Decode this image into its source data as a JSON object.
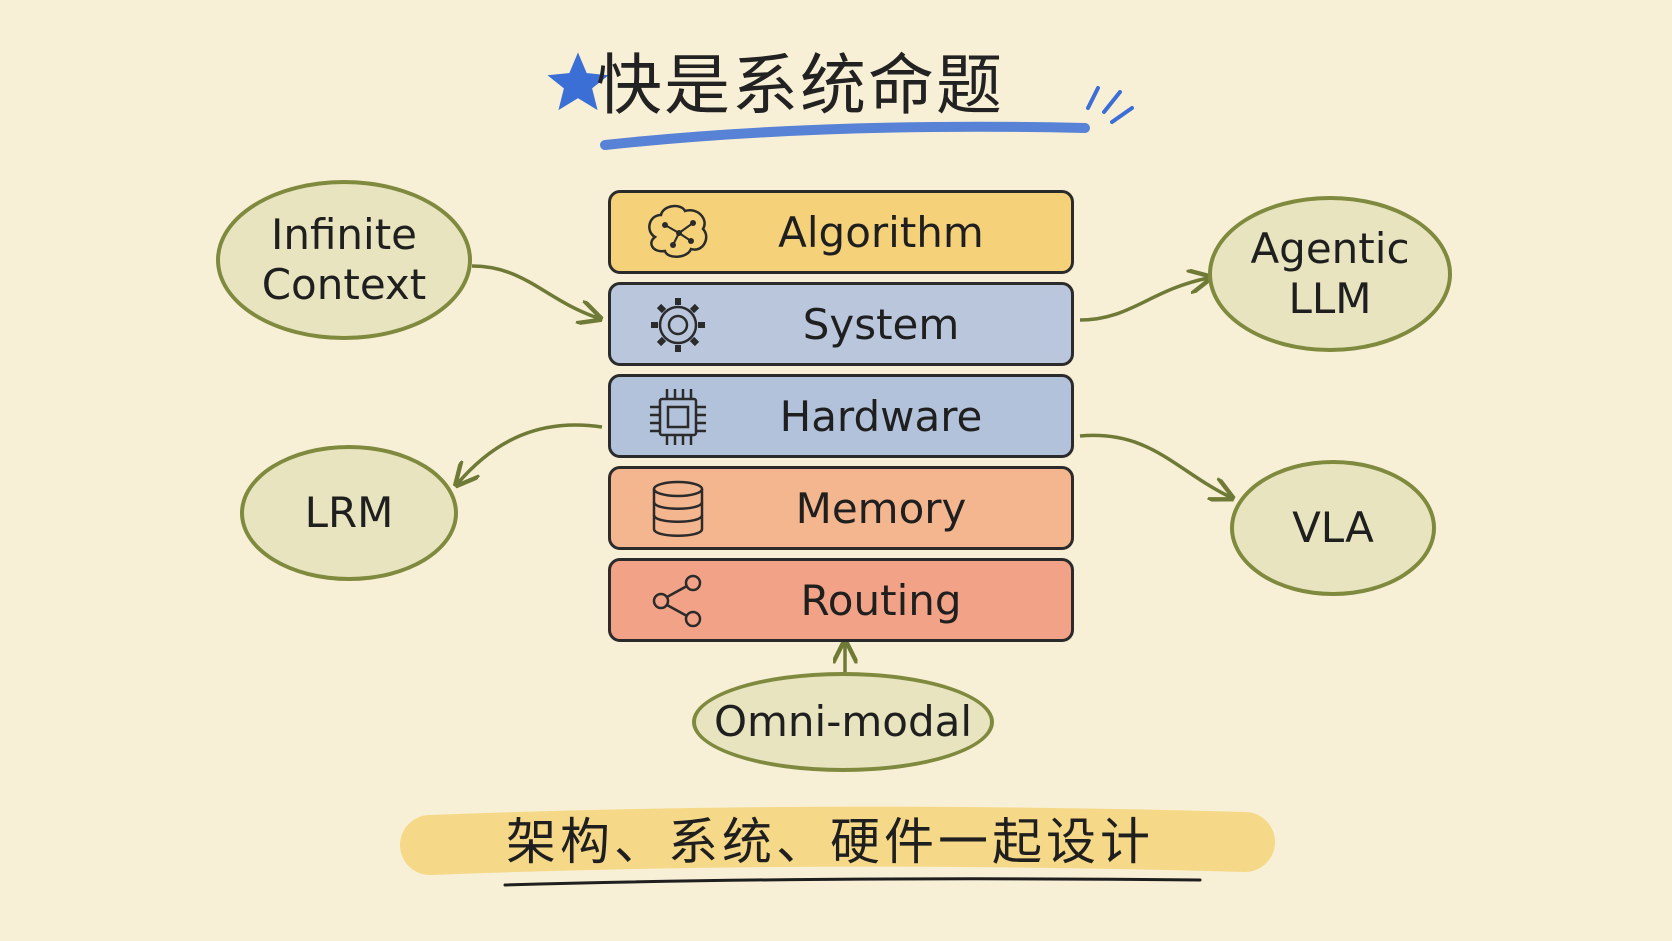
{
  "title": "快是系统命题",
  "stack": {
    "layers": [
      {
        "label": "Algorithm",
        "icon": "brain-network-icon"
      },
      {
        "label": "System",
        "icon": "gear-icon"
      },
      {
        "label": "Hardware",
        "icon": "chip-icon"
      },
      {
        "label": "Memory",
        "icon": "database-icon"
      },
      {
        "label": "Routing",
        "icon": "share-icon"
      }
    ]
  },
  "nodes": {
    "infinite_context": "Infinite Context",
    "lrm": "LRM",
    "agentic_llm": "Agentic LLM",
    "vla": "VLA",
    "omni_modal": "Omni-modal"
  },
  "footer": "架构、系统、硬件一起设计",
  "colors": {
    "background": "#f8f0d6",
    "algorithm": "#f5d27a",
    "system": "#b9c6dc",
    "hardware": "#b3c2db",
    "memory": "#f4b68f",
    "routing": "#f1a287",
    "node_border": "#7f8a3e",
    "node_fill": "#e7e4bf",
    "accent_blue": "#3b6fd6",
    "highlight_yellow": "#f4d57a"
  }
}
